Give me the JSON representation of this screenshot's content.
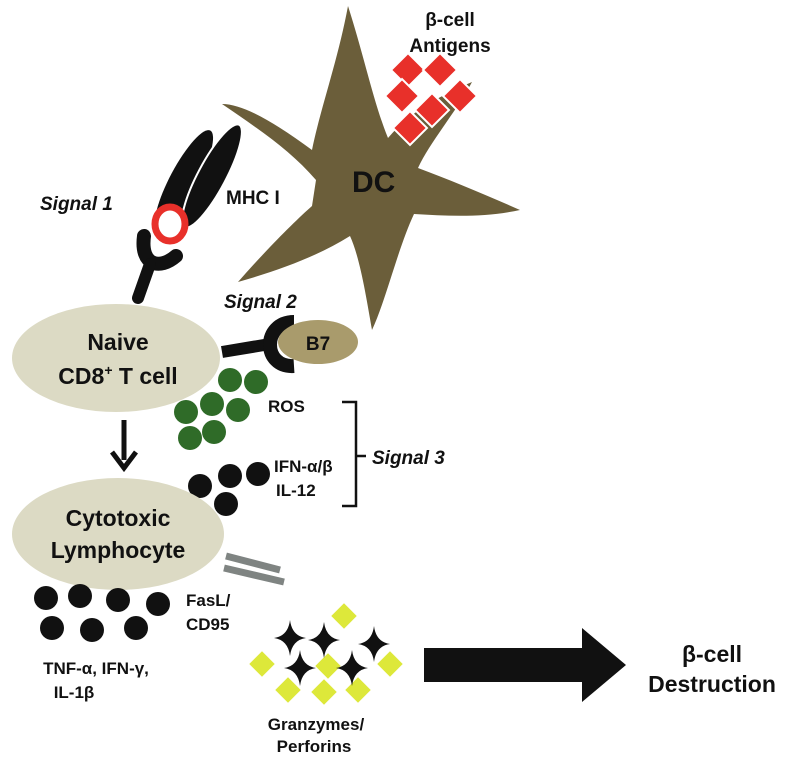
{
  "labels": {
    "beta_cell_antigens_line1": "β-cell",
    "beta_cell_antigens_line2": "Antigens",
    "dc": "DC",
    "mhc": "MHC I",
    "signal1": "Signal 1",
    "signal2": "Signal 2",
    "signal3": "Signal 3",
    "b7": "B7",
    "naive_line1": "Naive",
    "naive_line2_pre": "CD8",
    "naive_line2_sup": "+",
    "naive_line2_post": " T cell",
    "ros": "ROS",
    "ifn": "IFN-α/β",
    "il12": "IL-12",
    "ctl_line1": "Cytotoxic",
    "ctl_line2": "Lymphocyte",
    "fasl_line1": "FasL/",
    "fasl_line2": "CD95",
    "tnf_line1": "TNF-α, IFN-γ,",
    "tnf_line2": "IL-1β",
    "granzymes_line1": "Granzymes/",
    "granzymes_line2": "Perforins",
    "destruction_line1": "β-cell",
    "destruction_line2": "Destruction"
  },
  "colors": {
    "dc_body": "#6b5e3a",
    "cell_fill": "#dcdac4",
    "b7_fill": "#a99b6c",
    "antigen_red": "#e8302a",
    "ros_green": "#2f6b28",
    "cytokine_black": "#111111",
    "granzyme_yellow": "#dde83a",
    "fasl_grey": "#7f8482"
  }
}
